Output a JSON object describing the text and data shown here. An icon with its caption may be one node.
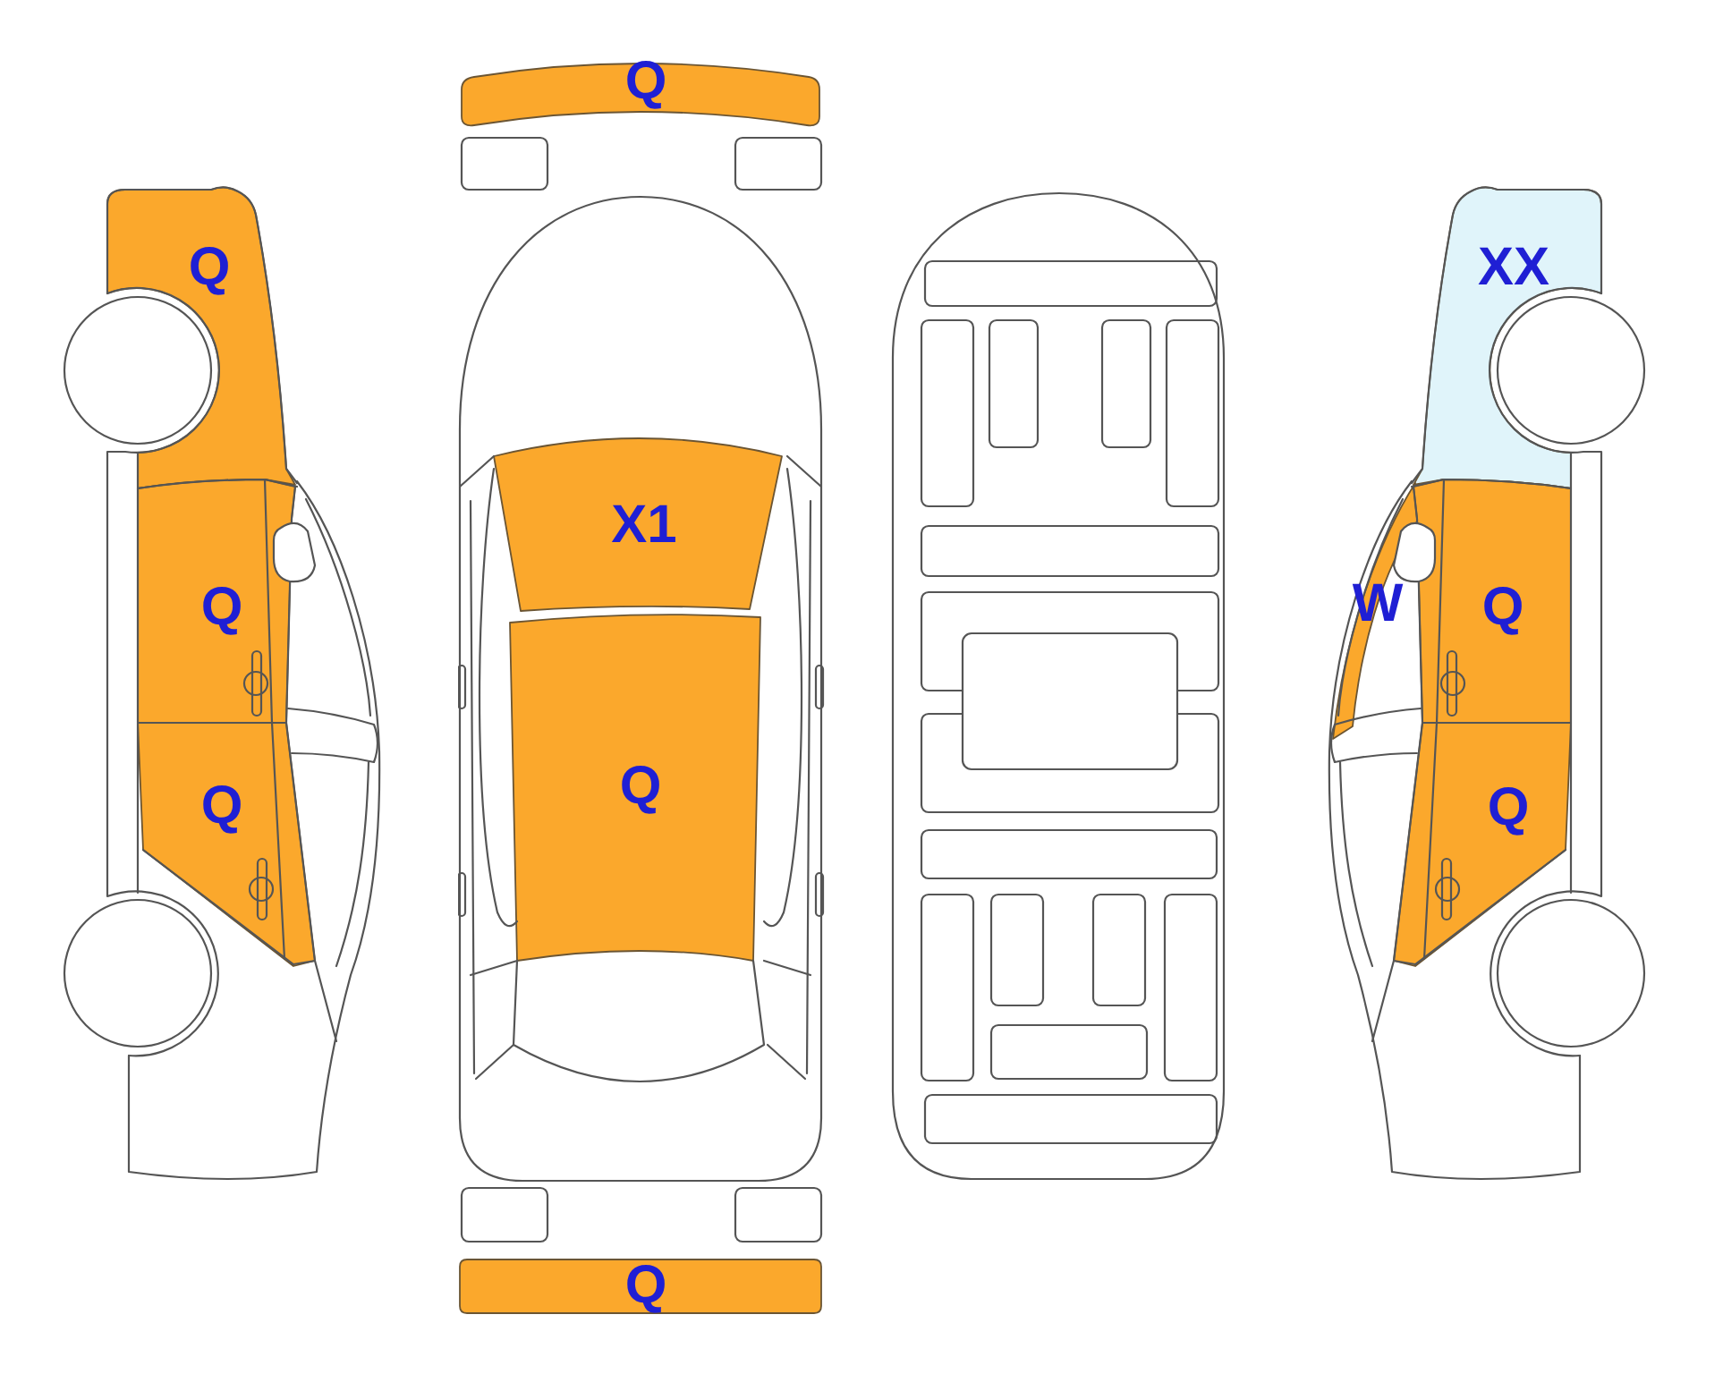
{
  "diagram": {
    "nodes": [
      {
        "text": [
          "Q"
        ]
      },
      {
        "text": [
          "Q"
        ]
      },
      {
        "text": [
          "Q"
        ]
      },
      {
        "text": [
          "Q"
        ]
      },
      {
        "text": [
          "X1"
        ]
      },
      {
        "text": [
          "Q"
        ]
      },
      {
        "text": [
          "Q"
        ]
      },
      {
        "text": [
          "XX"
        ]
      },
      {
        "text": [
          "W"
        ]
      },
      {
        "text": [
          "Q"
        ]
      },
      {
        "text": [
          "Q"
        ]
      }
    ]
  }
}
